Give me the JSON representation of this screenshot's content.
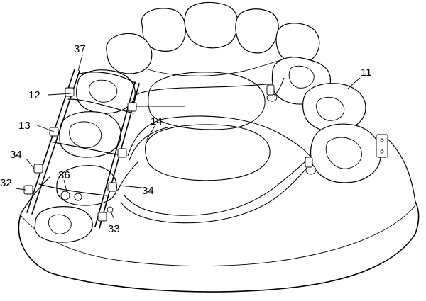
{
  "labels": {
    "l37": "37",
    "l12": "12",
    "l13": "13",
    "l14": "14",
    "l11": "11",
    "l34a": "34",
    "l36": "36",
    "l32": "32",
    "l34b": "34",
    "l33": "33"
  }
}
